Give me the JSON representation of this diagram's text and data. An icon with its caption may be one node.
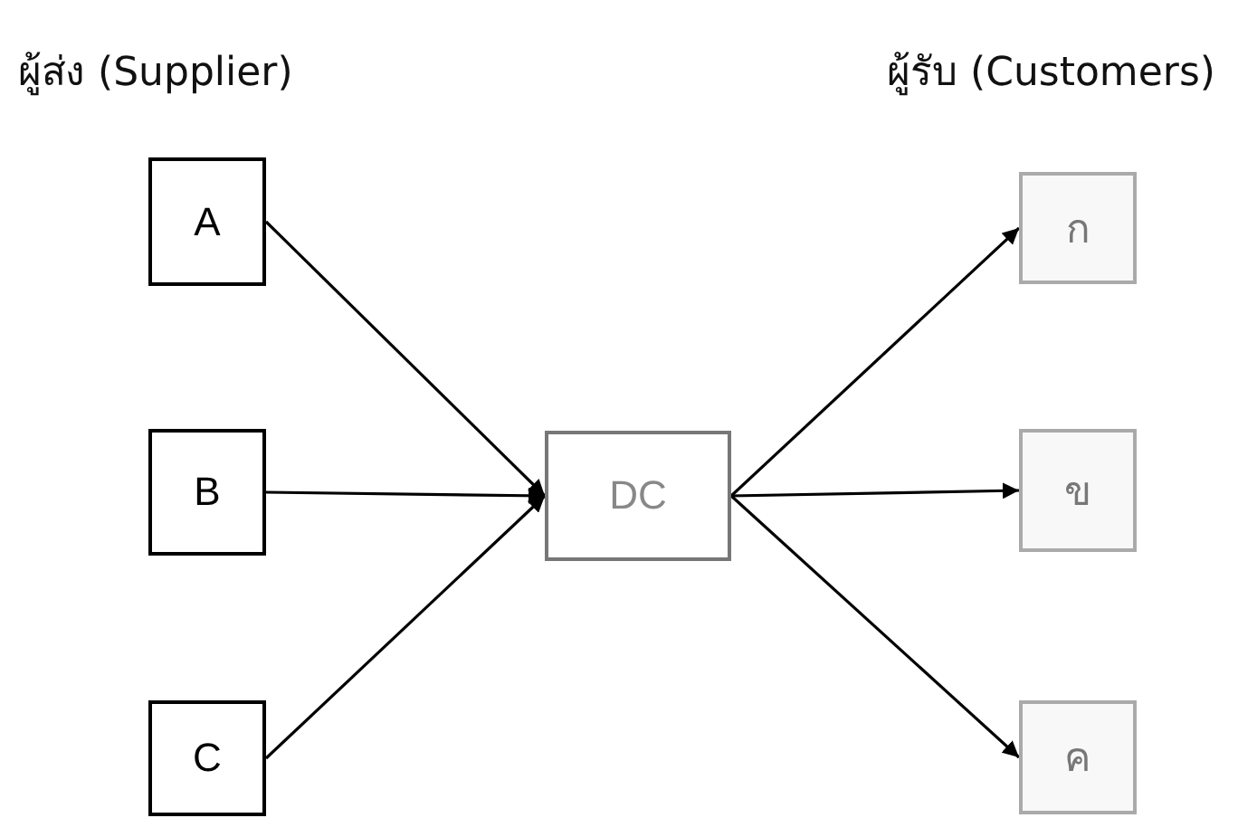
{
  "diagram": {
    "nodes": [
      {
        "text": [
          "A"
        ]
      },
      {
        "text": [
          "B"
        ]
      },
      {
        "text": [
          "C"
        ]
      },
      {
        "text": [
          "DC"
        ]
      },
      {
        "text": [
          "ก"
        ]
      },
      {
        "text": [
          "ข"
        ]
      },
      {
        "text": [
          "ค"
        ]
      }
    ],
    "edges": [
      {
        "from": 0,
        "to": 3,
        "arrow": "to"
      },
      {
        "from": 1,
        "to": 3,
        "arrow": "to"
      },
      {
        "from": 2,
        "to": 3,
        "arrow": "to"
      },
      {
        "from": 3,
        "to": 4,
        "arrow": "to"
      },
      {
        "from": 3,
        "to": 5,
        "arrow": "to"
      },
      {
        "from": 3,
        "to": 6,
        "arrow": "to"
      }
    ],
    "labels": [
      "ผู้ส่ง (Supplier)",
      "ผู้รับ (Customers)"
    ]
  }
}
